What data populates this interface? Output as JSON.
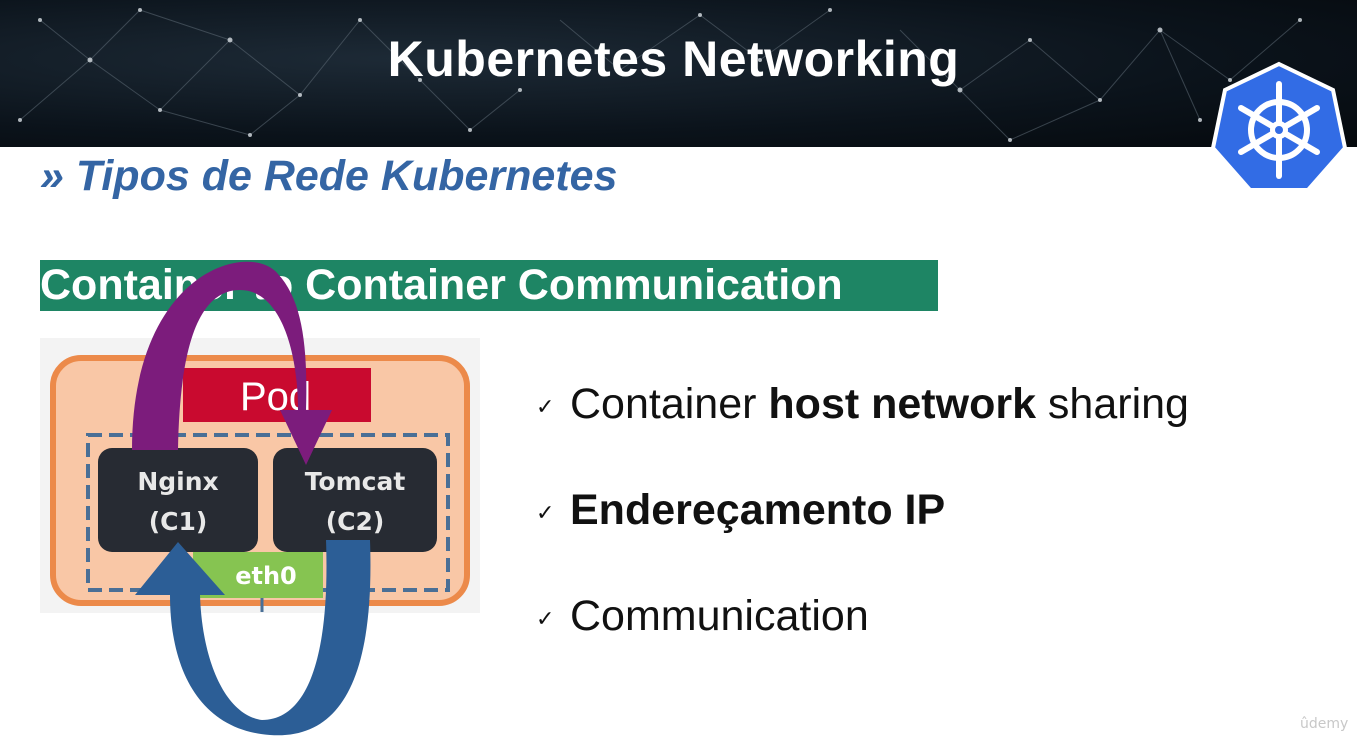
{
  "slide": {
    "title": "Kubernetes Networking",
    "subtitle": "» Tipos de Rede Kubernetes",
    "section_heading": "Container to Container Communication"
  },
  "diagram": {
    "pod_label": "Pod",
    "containers": [
      {
        "name": "Nginx",
        "id": "(C1)"
      },
      {
        "name": "Tomcat",
        "id": "(C2)"
      }
    ],
    "interface_label": "eth0"
  },
  "bullets": [
    {
      "before": "Container ",
      "bold": "host network",
      "after": " sharing"
    },
    {
      "before": "",
      "bold": "Endereçamento IP",
      "after": ""
    },
    {
      "before": "Communication",
      "bold": "",
      "after": ""
    }
  ],
  "watermark": "ûdemy",
  "colors": {
    "banner_bg": "#0b131b",
    "subtitle": "#3465a4",
    "section_band": "#1e8564",
    "pod_fill": "#f9c7a6",
    "pod_border": "#ec8a4a",
    "pod_label_bg": "#c90a2f",
    "container_bg": "#272b33",
    "eth0_bg": "#86c451",
    "arrow_purple": "#7c1c7c",
    "arrow_blue": "#2c5e96",
    "k8s_blue": "#326ce5"
  },
  "icons": {
    "bullet_marker": "check-icon",
    "logo": "kubernetes-helm-icon"
  }
}
